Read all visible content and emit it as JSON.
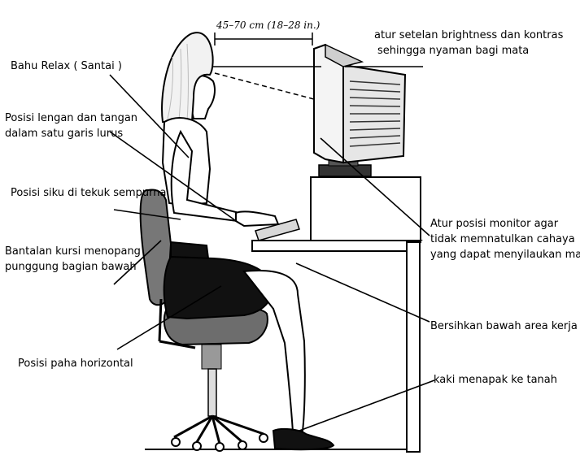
{
  "measurement": "45–70 cm (18–28 in.)",
  "labels": {
    "bahu": "Bahu Relax ( Santai )",
    "lengan_1": "Posisi lengan dan tangan",
    "lengan_2": "dalam satu garis lurus",
    "siku": "Posisi siku di tekuk sempurna",
    "bantalan_1": "Bantalan kursi menopang",
    "bantalan_2": "punggung bagian bawah",
    "paha": "Posisi paha horizontal",
    "brightness_1": "atur setelan brightness dan kontras",
    "brightness_2": "sehingga nyaman bagi mata",
    "monitor_1": "Atur posisi monitor agar",
    "monitor_2": "tidak memnatulkan cahaya",
    "monitor_3": "yang dapat menyilaukan mata",
    "bersihkan": "Bersihkan bawah area kerja",
    "kaki": "kaki menapak ke tanah"
  }
}
